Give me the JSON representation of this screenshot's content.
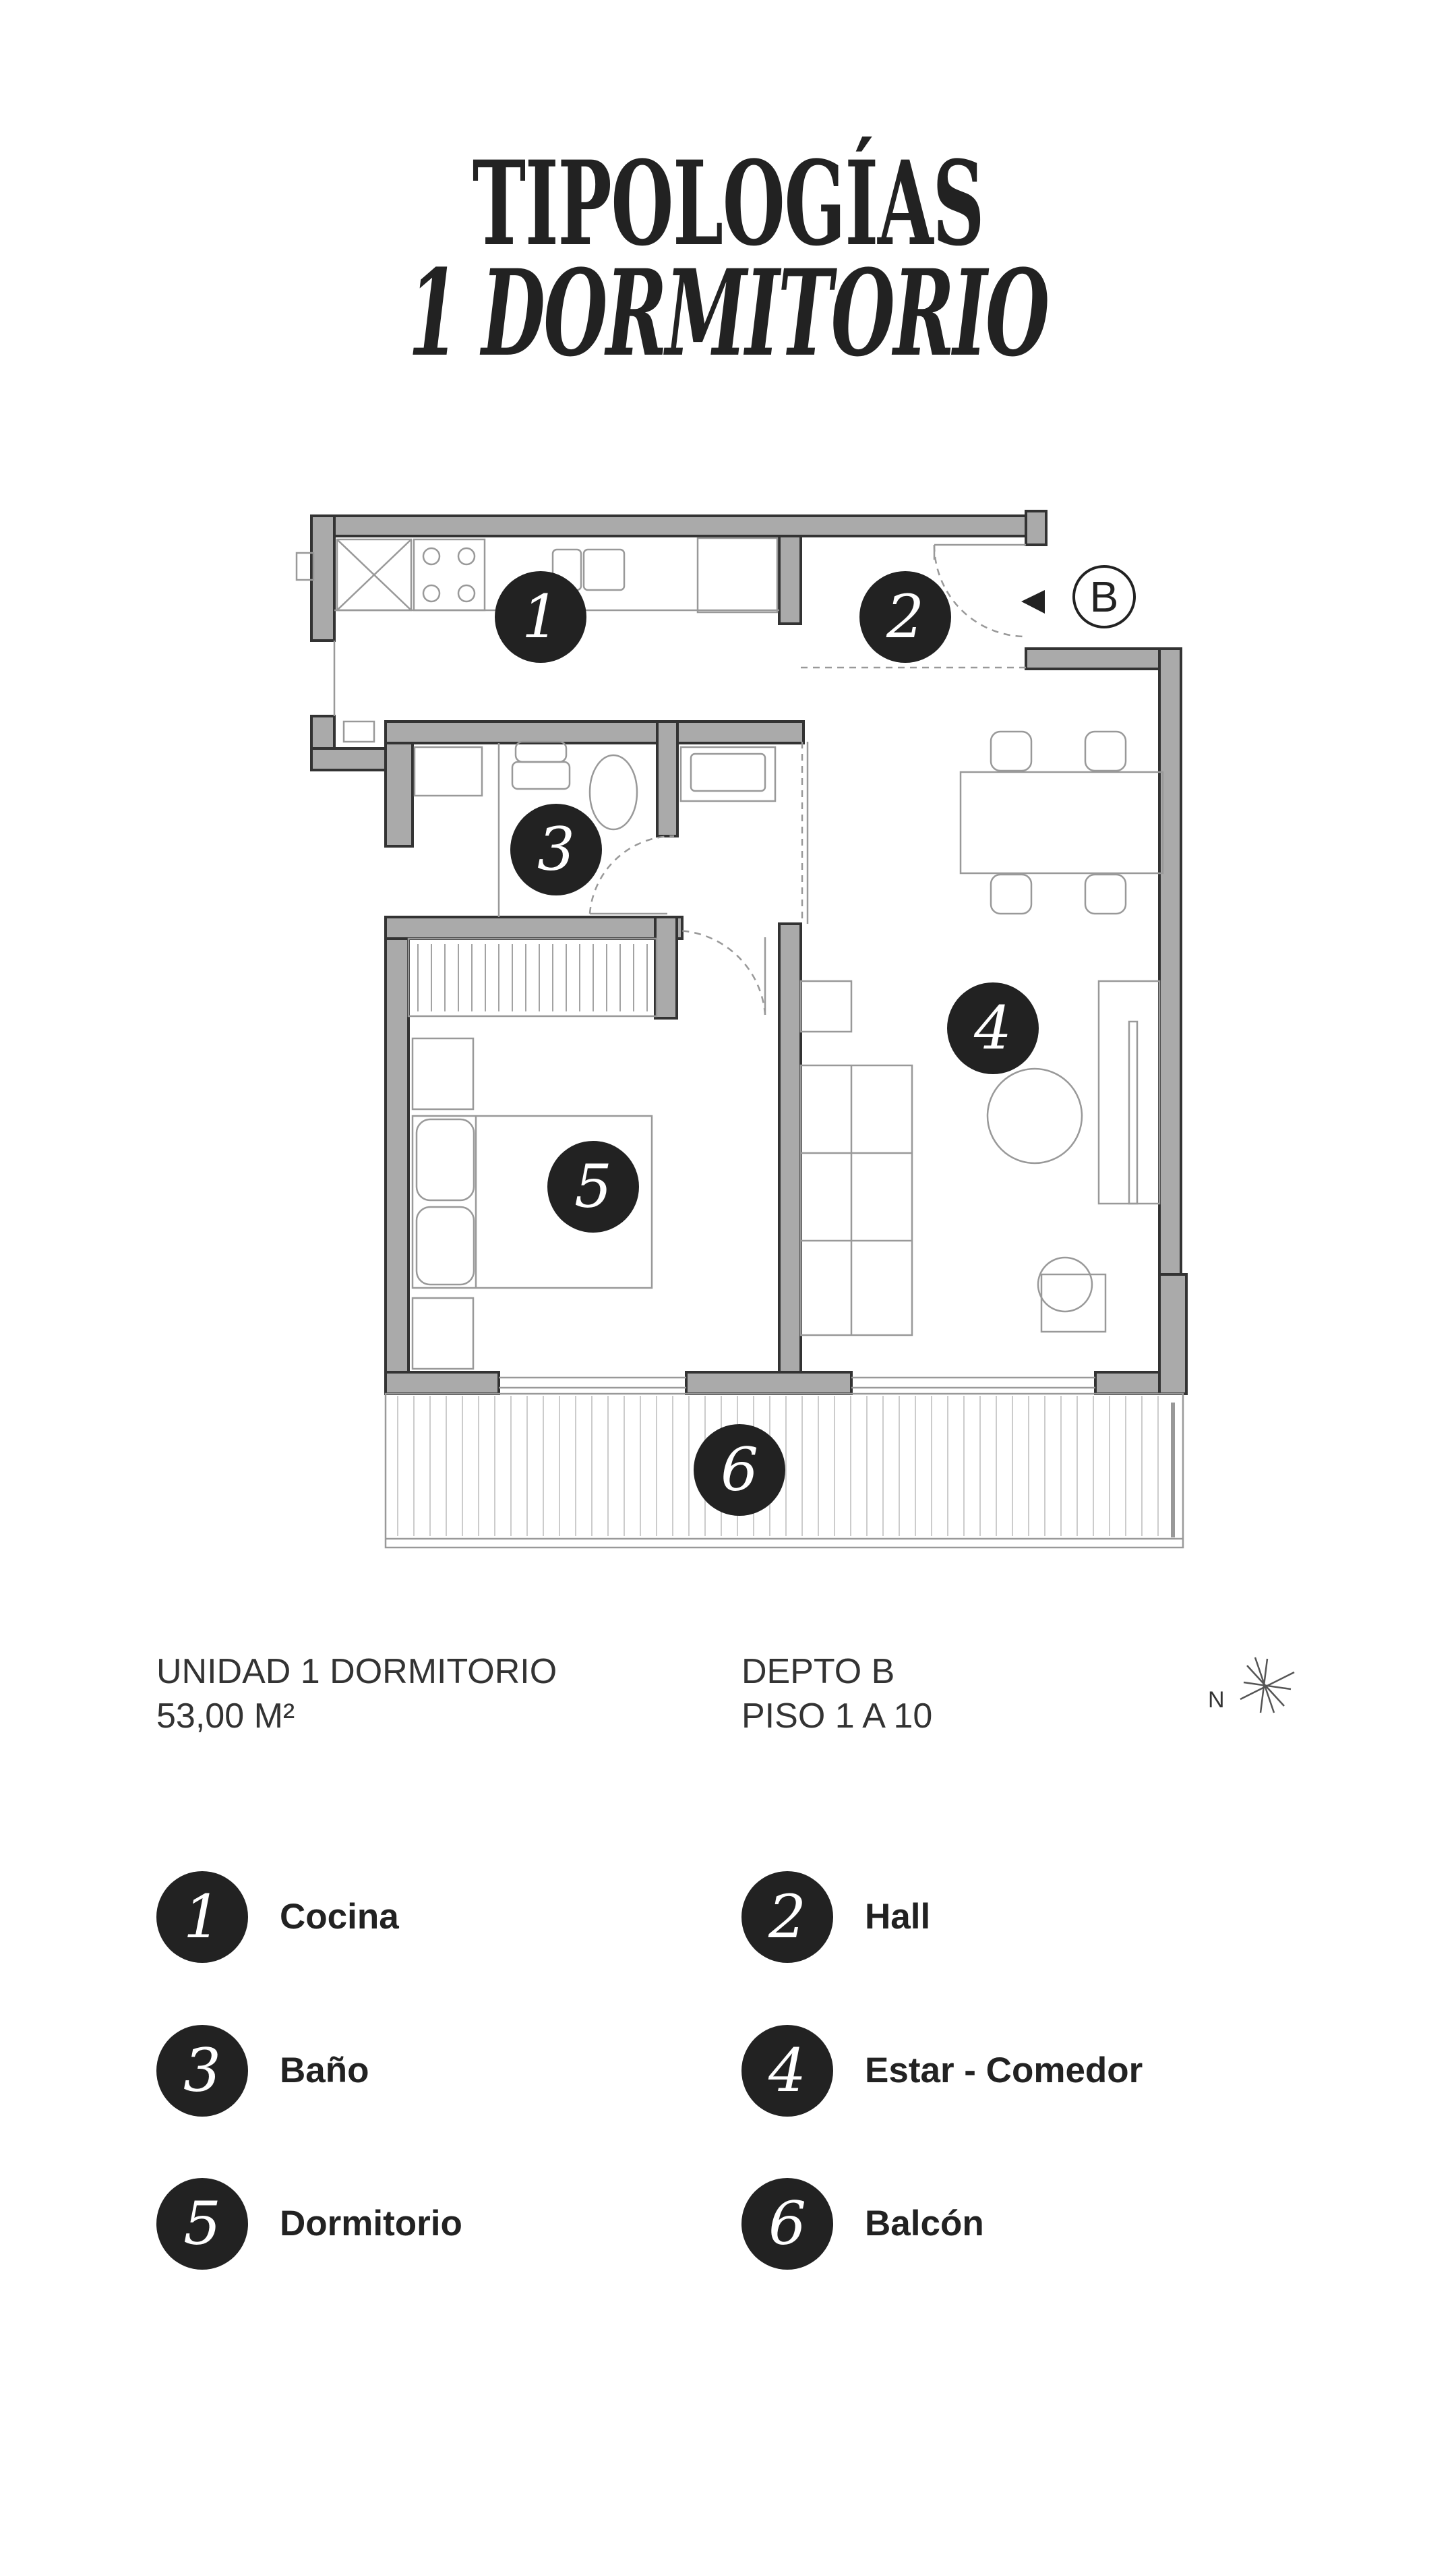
{
  "header": {
    "title_line1": "TIPOLOGÍAS",
    "title_line2": "1 DORMITORIO"
  },
  "plan": {
    "entrance_label": "B",
    "rooms": [
      {
        "number": "1",
        "name": "Cocina"
      },
      {
        "number": "2",
        "name": "Hall"
      },
      {
        "number": "3",
        "name": "Baño"
      },
      {
        "number": "4",
        "name": "Estar - Comedor"
      },
      {
        "number": "5",
        "name": "Dormitorio"
      },
      {
        "number": "6",
        "name": "Balcón"
      }
    ]
  },
  "unit_info": {
    "type": "UNIDAD 1 DORMITORIO",
    "area": "53,00 M²",
    "depto": "DEPTO B",
    "floors": "PISO 1 A 10"
  },
  "compass": {
    "label": "N"
  },
  "colors": {
    "wall_fill": "#aaaaaa",
    "wall_stroke": "#333333",
    "badge": "#222222",
    "text": "#222222"
  }
}
